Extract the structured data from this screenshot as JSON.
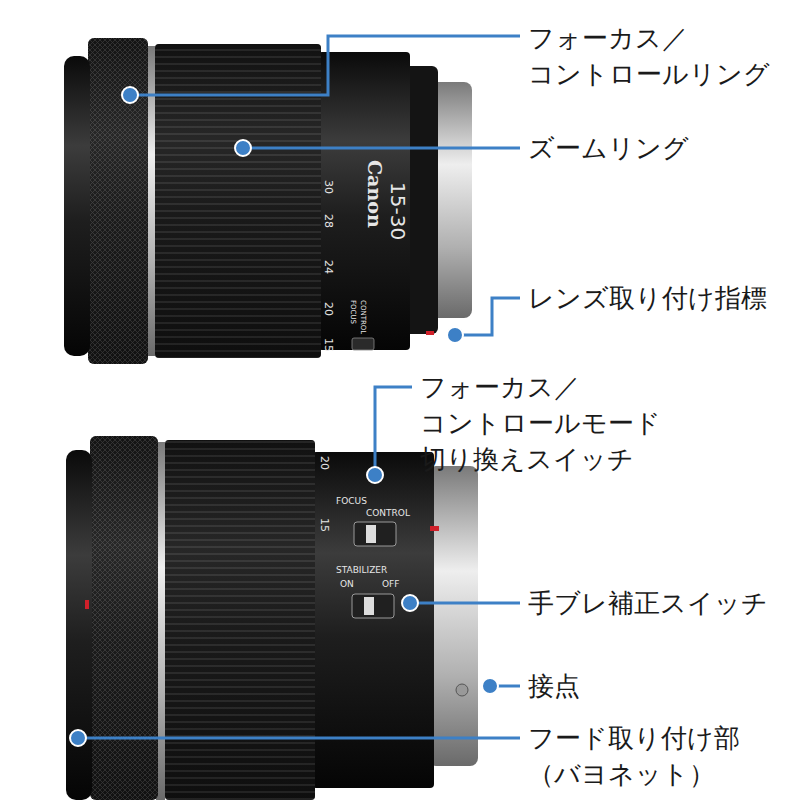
{
  "diagram": {
    "labels": [
      "フォーカス／ コントロールリング",
      "ズームリング",
      "レンズ取り付け指標",
      "フォーカス／コントロールモード 切り換えスイッチ",
      "手ブレ補正スイッチ",
      "接点",
      "フード取り付け部 （バヨネット）",
      "Canon",
      "15-30",
      "30",
      "28",
      "24",
      "20",
      "15",
      "FOCUS",
      "CONTROL",
      "20",
      "15",
      "FOCUS",
      "CONTROL",
      "STABILIZER",
      "ON",
      "OFF"
    ]
  }
}
